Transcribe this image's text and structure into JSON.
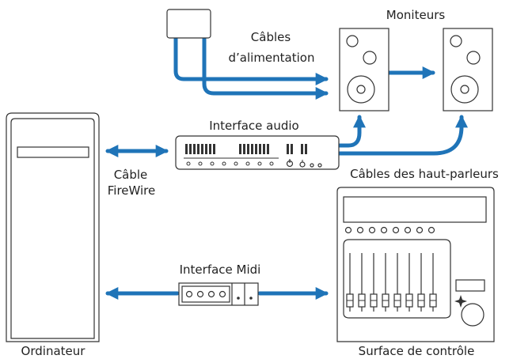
{
  "labels": {
    "moniteurs": "Moniteurs",
    "cables_alim_1": "Câbles",
    "cables_alim_2": "d’alimentation",
    "interface_audio": "Interface audio",
    "cable_fw_1": "Câble",
    "cable_fw_2": "FireWire",
    "cables_hp": "Câbles des haut-parleurs",
    "interface_midi": "Interface Midi",
    "ordinateur": "Ordinateur",
    "surface": "Surface de contrôle"
  },
  "colors": {
    "cable": "#1f74b8",
    "outline": "#333333",
    "background": "#ffffff"
  }
}
